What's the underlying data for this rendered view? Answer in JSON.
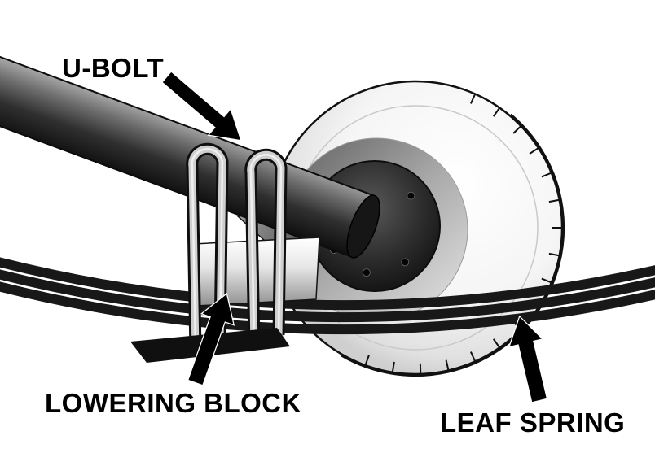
{
  "diagram": {
    "labels": {
      "u_bolt": "U-BOLT",
      "lowering_block": "LOWERING BLOCK",
      "leaf_spring": "LEAF SPRING"
    },
    "colors": {
      "background": "#ffffff",
      "ink": "#000000",
      "metal_light": "#d2d2d2",
      "metal_dark": "#2b2b2b"
    }
  }
}
